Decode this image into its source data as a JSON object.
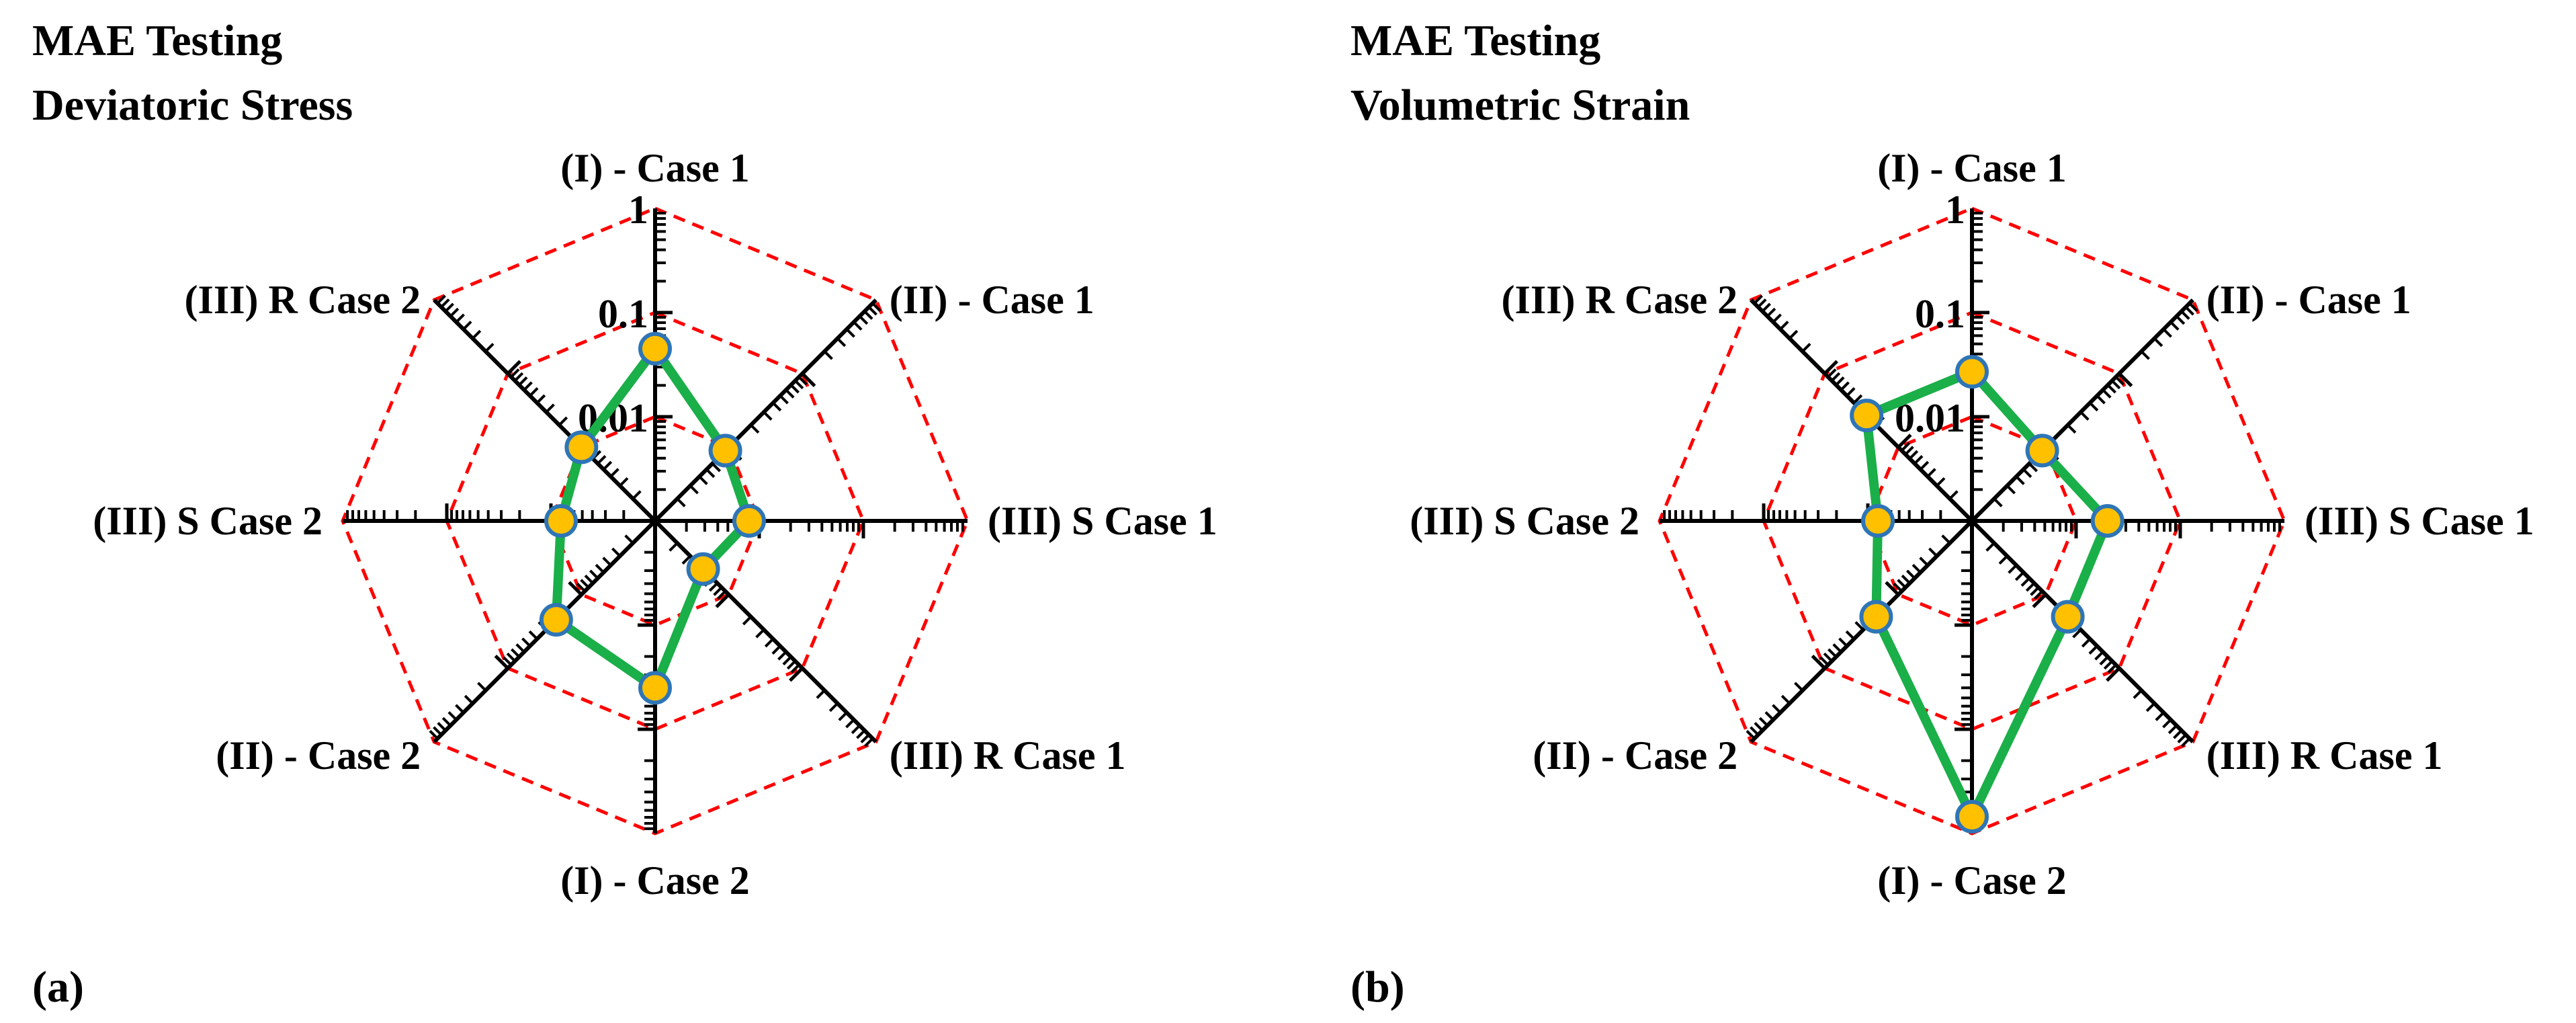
{
  "colors": {
    "axis": "#000000",
    "grid": "#ff0000",
    "series_line": "#1aaf48",
    "marker_fill": "#ffc000",
    "marker_edge": "#2e75b6"
  },
  "chart_data": [
    {
      "type": "radar",
      "panel_label": "(a)",
      "title_lines": [
        "MAE Testing",
        "Deviatoric Stress"
      ],
      "scale": "log",
      "range": [
        0.001,
        1
      ],
      "ring_values": [
        0.01,
        0.1,
        1
      ],
      "ring_labels": [
        "0.01",
        "0.1",
        "1"
      ],
      "axes": [
        "(I) - Case 1",
        "(II) - Case 1",
        "(III) S Case 1",
        "(III) R Case 1",
        "(I) - Case 2",
        "(II) - Case 2",
        "(III) S Case 2",
        "(III) R Case 2"
      ],
      "series": [
        {
          "values": [
            0.045,
            0.009,
            0.008,
            0.0045,
            0.04,
            0.022,
            0.008,
            0.01
          ]
        }
      ],
      "grid": true
    },
    {
      "type": "radar",
      "panel_label": "(b)",
      "title_lines": [
        "MAE Testing",
        "Volumetric Strain"
      ],
      "scale": "log",
      "range": [
        0.001,
        1
      ],
      "ring_values": [
        0.01,
        0.1,
        1
      ],
      "ring_labels": [
        "0.01",
        "0.1",
        "1"
      ],
      "axes": [
        "(I) - Case 1",
        "(II) - Case 1",
        "(III) S Case 1",
        "(III) R Case 1",
        "(I) - Case 2",
        "(II) - Case 2",
        "(III) S Case 2",
        "(III) R Case 2"
      ],
      "series": [
        {
          "values": [
            0.027,
            0.009,
            0.02,
            0.02,
            0.69,
            0.02,
            0.008,
            0.027
          ]
        }
      ],
      "grid": true
    }
  ]
}
